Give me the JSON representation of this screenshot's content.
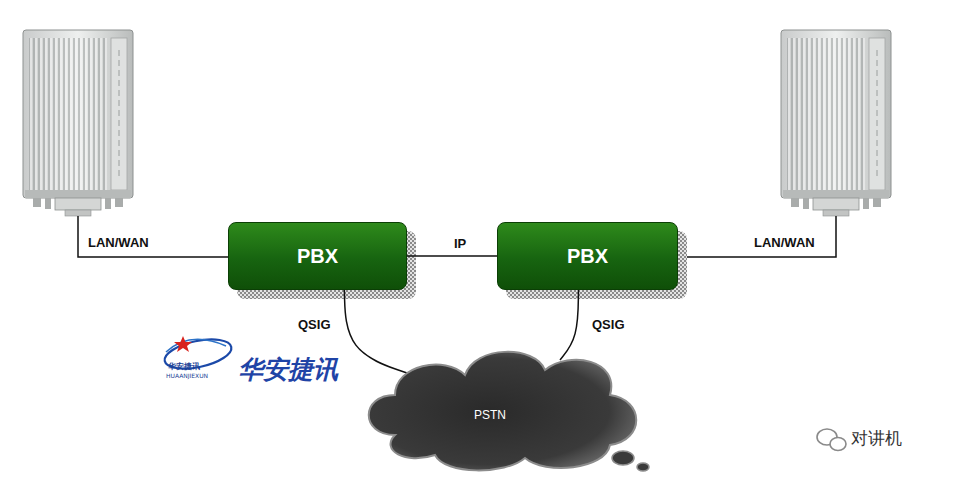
{
  "diagram": {
    "nodes": [
      {
        "text": [
          "PBX"
        ]
      },
      {
        "text": [
          "PBX"
        ]
      },
      {
        "text": [
          "PSTN"
        ]
      }
    ],
    "edges": [
      {
        "from": 0,
        "to": 1,
        "label": "IP",
        "arrow": "none"
      },
      {
        "from": 0,
        "to": 2,
        "label": "QSIG",
        "arrow": "none"
      },
      {
        "from": 1,
        "to": 2,
        "label": "QSIG",
        "arrow": "none"
      }
    ],
    "labels": [
      "LAN/WAN",
      "LAN/WAN",
      "华安捷讯",
      "HUAANJIEXUN",
      "华安捷讯",
      "对讲机"
    ]
  }
}
